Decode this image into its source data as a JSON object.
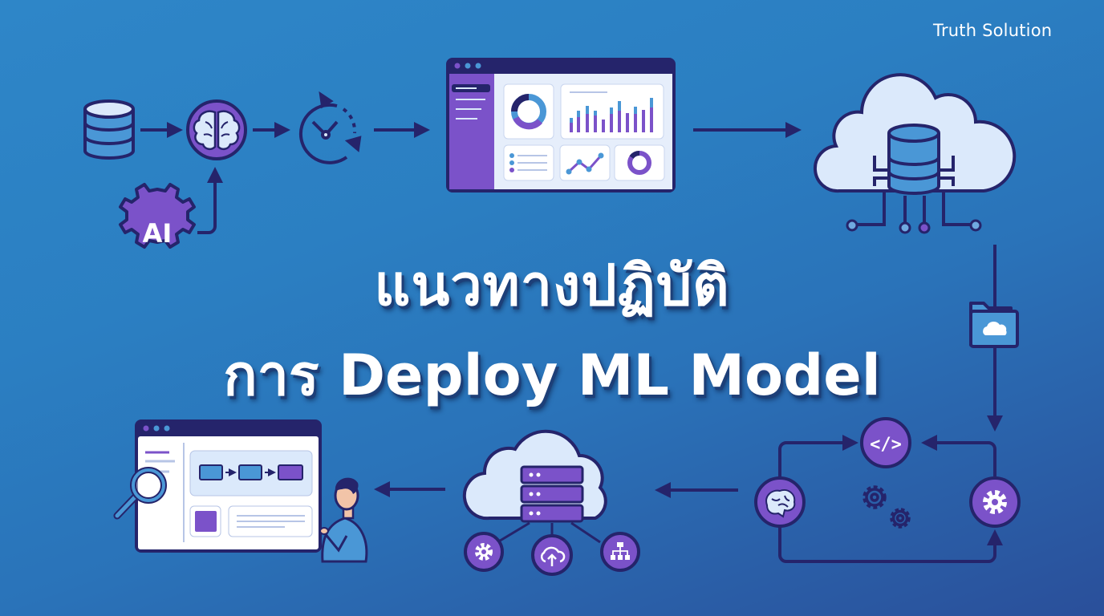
{
  "brand": {
    "name": "Truth Solution"
  },
  "title": {
    "line1": "แนวทางปฏิบัติ",
    "line2": "การ Deploy ML Model"
  },
  "colors": {
    "background_top": "#2e86c8",
    "background_bottom": "#2a4f9a",
    "outline": "#25246b",
    "purple": "#7b52c9",
    "light_fill": "#dbe9fb",
    "blue_fill": "#4a97d6"
  },
  "diagram": {
    "nodes": [
      {
        "id": "database",
        "icon": "database-icon"
      },
      {
        "id": "brain",
        "icon": "brain-icon"
      },
      {
        "id": "ai-gear",
        "icon": "ai-gear-icon",
        "label": "AI"
      },
      {
        "id": "training-cycle",
        "icon": "clock-cycle-icon"
      },
      {
        "id": "dashboard",
        "icon": "dashboard-window-icon"
      },
      {
        "id": "cloud-database",
        "icon": "cloud-database-icon"
      },
      {
        "id": "cloud-folder",
        "icon": "cloud-folder-icon"
      },
      {
        "id": "code",
        "icon": "code-icon",
        "label": "</>"
      },
      {
        "id": "ml-brain",
        "icon": "brain-icon"
      },
      {
        "id": "settings",
        "icon": "gear-icon"
      },
      {
        "id": "gears",
        "icon": "gears-icon"
      },
      {
        "id": "cloud-server",
        "icon": "cloud-server-icon"
      },
      {
        "id": "monitoring",
        "icon": "monitoring-window-icon"
      },
      {
        "id": "user",
        "icon": "person-icon"
      }
    ],
    "flow": [
      "database → brain",
      "ai-gear → brain",
      "brain → training-cycle",
      "training-cycle → dashboard",
      "dashboard → cloud-database",
      "cloud-database → cloud-folder → code",
      "ml-brain → code",
      "settings → code",
      "ml-brain → settings",
      "code → cloud-server",
      "cloud-server → monitoring"
    ]
  }
}
